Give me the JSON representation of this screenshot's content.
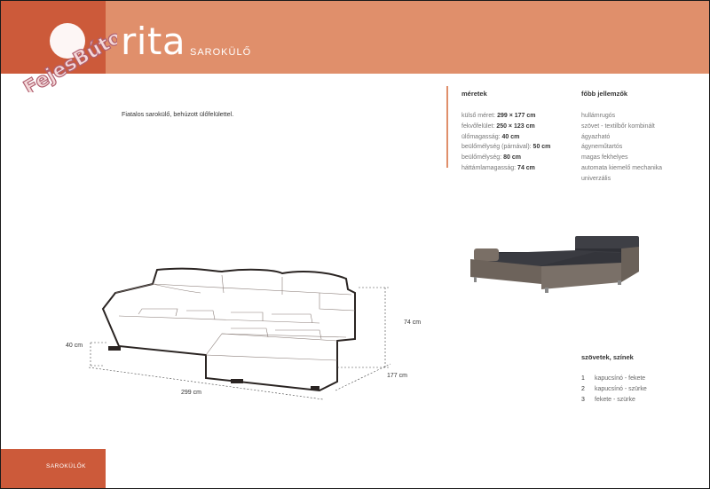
{
  "header": {
    "brand": "rita",
    "subtitle": "SAROKÜLŐ",
    "watermark": "FejesBútor"
  },
  "intro": "Fiatalos sarokülő, behúzott ülőfelülettel.",
  "meretek": {
    "title": "méretek",
    "items": [
      {
        "label": "külső méret: ",
        "value": "299 × 177 cm"
      },
      {
        "label": "fekvőfelület: ",
        "value": "250 × 123 cm"
      },
      {
        "label": "ülőmagasság: ",
        "value": "40 cm"
      },
      {
        "label": "beülőmélység (párnával): ",
        "value": "50 cm"
      },
      {
        "label": "beülőmélység: ",
        "value": "80 cm"
      },
      {
        "label": "háttámlamagasság: ",
        "value": "74 cm"
      }
    ]
  },
  "jellemzok": {
    "title": "főbb jellemzők",
    "items": [
      "hullámrugós",
      "szövet - textilbőr kombinált",
      "ágyazható",
      "ágyneműtartós",
      "magas fekhelyes",
      "automata kiemelő mechanika",
      "univerzális"
    ]
  },
  "szovetek": {
    "title": "szövetek, színek",
    "items": [
      {
        "num": "1",
        "label": "kapucsínó - fekete"
      },
      {
        "num": "2",
        "label": "kapucsínó - szürke"
      },
      {
        "num": "3",
        "label": "fekete - szürke"
      }
    ]
  },
  "dimensions": {
    "height": "74 cm",
    "seat": "40 cm",
    "width": "299 cm",
    "depth": "177 cm"
  },
  "footer": {
    "label": "SAROKÜLŐK"
  },
  "colors": {
    "header": "#e08f6b",
    "accent": "#cc5a3a"
  }
}
